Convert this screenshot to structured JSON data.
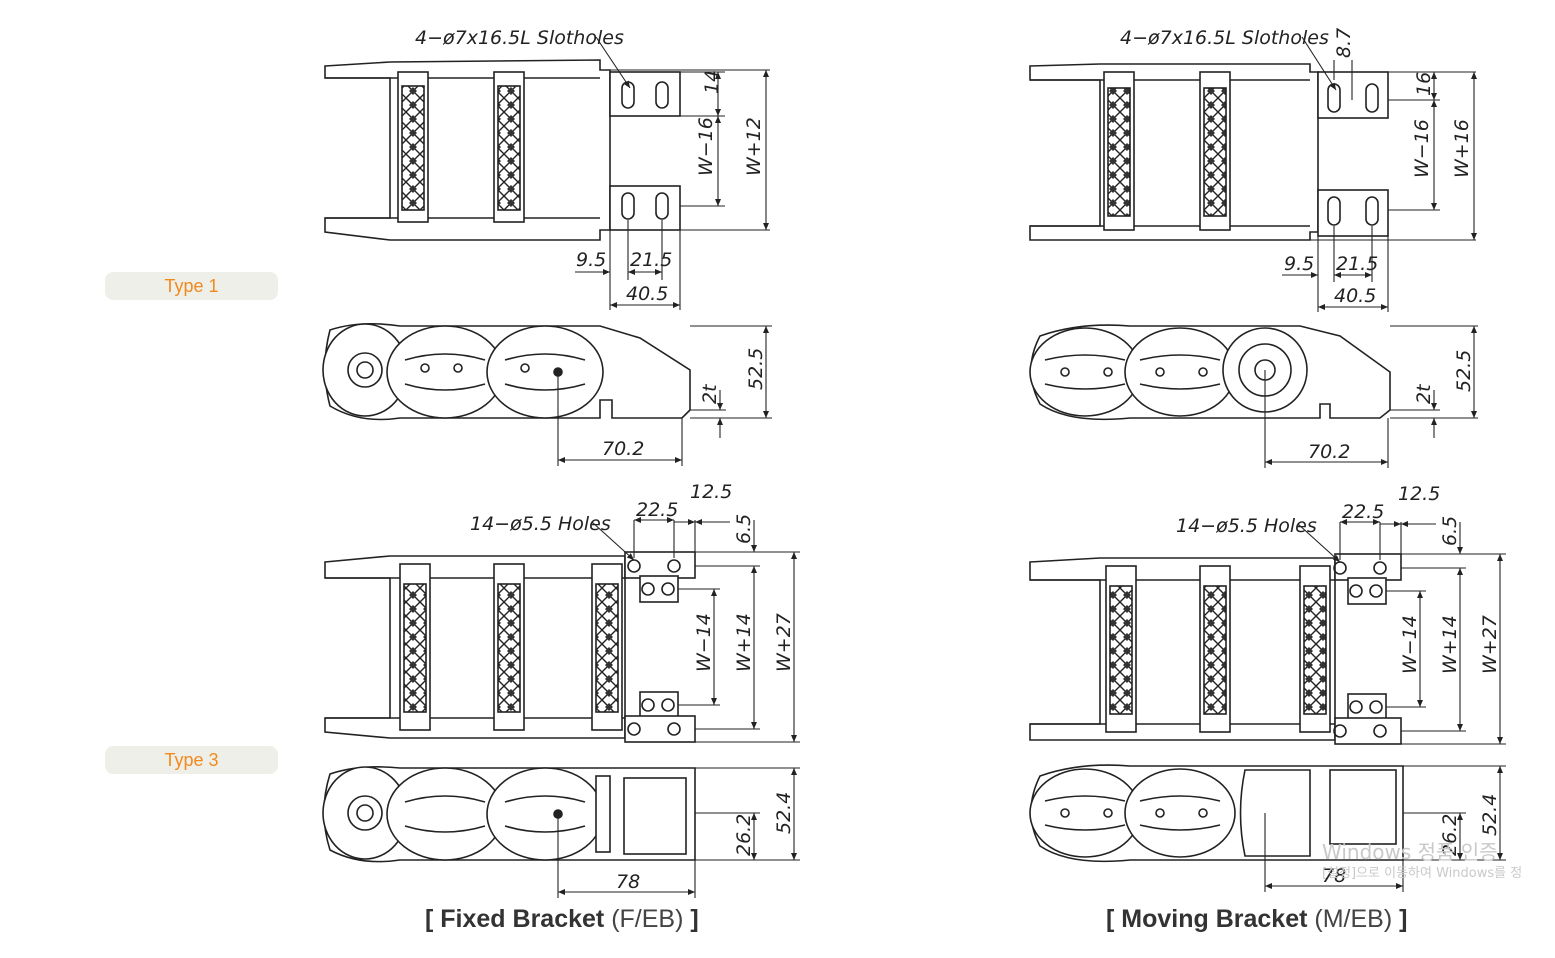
{
  "types": [
    {
      "label": "Type 1"
    },
    {
      "label": "Type 3"
    }
  ],
  "captions": {
    "fixed": {
      "open": "[",
      "name": "Fixed Bracket",
      "code": "(F/EB)",
      "close": "]"
    },
    "moving": {
      "open": "[",
      "name": "Moving Bracket",
      "code": "(M/EB)",
      "close": "]"
    }
  },
  "type1": {
    "fixed": {
      "slot_label": "4−ø7x16.5L Slotholes",
      "d_14": "14",
      "d_w16": "W−16",
      "d_w12": "W+12",
      "d_95": "9.5",
      "d_215": "21.5",
      "d_405": "40.5",
      "d_525": "52.5",
      "d_2t": "2t",
      "d_702": "70.2"
    },
    "moving": {
      "slot_label": "4−ø7x16.5L Slotholes",
      "d_87": "8.7",
      "d_16": "16",
      "d_w16": "W−16",
      "d_w16b": "W+16",
      "d_95": "9.5",
      "d_215": "21.5",
      "d_405": "40.5",
      "d_525": "52.5",
      "d_2t": "2t",
      "d_702": "70.2"
    }
  },
  "type3": {
    "fixed": {
      "holes_label": "14−ø5.5 Holes",
      "d_225": "22.5",
      "d_125": "12.5",
      "d_65": "6.5",
      "d_w14": "W−14",
      "d_w14b": "W+14",
      "d_w27": "W+27",
      "d_524": "52.4",
      "d_262": "26.2",
      "d_78": "78"
    },
    "moving": {
      "holes_label": "14−ø5.5 Holes",
      "d_225": "22.5",
      "d_125": "12.5",
      "d_65": "6.5",
      "d_w14": "W−14",
      "d_w14b": "W+14",
      "d_w27": "W+27",
      "d_524": "52.4",
      "d_262": "26.2",
      "d_78": "78"
    }
  },
  "watermark": {
    "line1": "Windows 정품 인증",
    "line2": "[설정]으로 이동하여 Windows를 정"
  }
}
